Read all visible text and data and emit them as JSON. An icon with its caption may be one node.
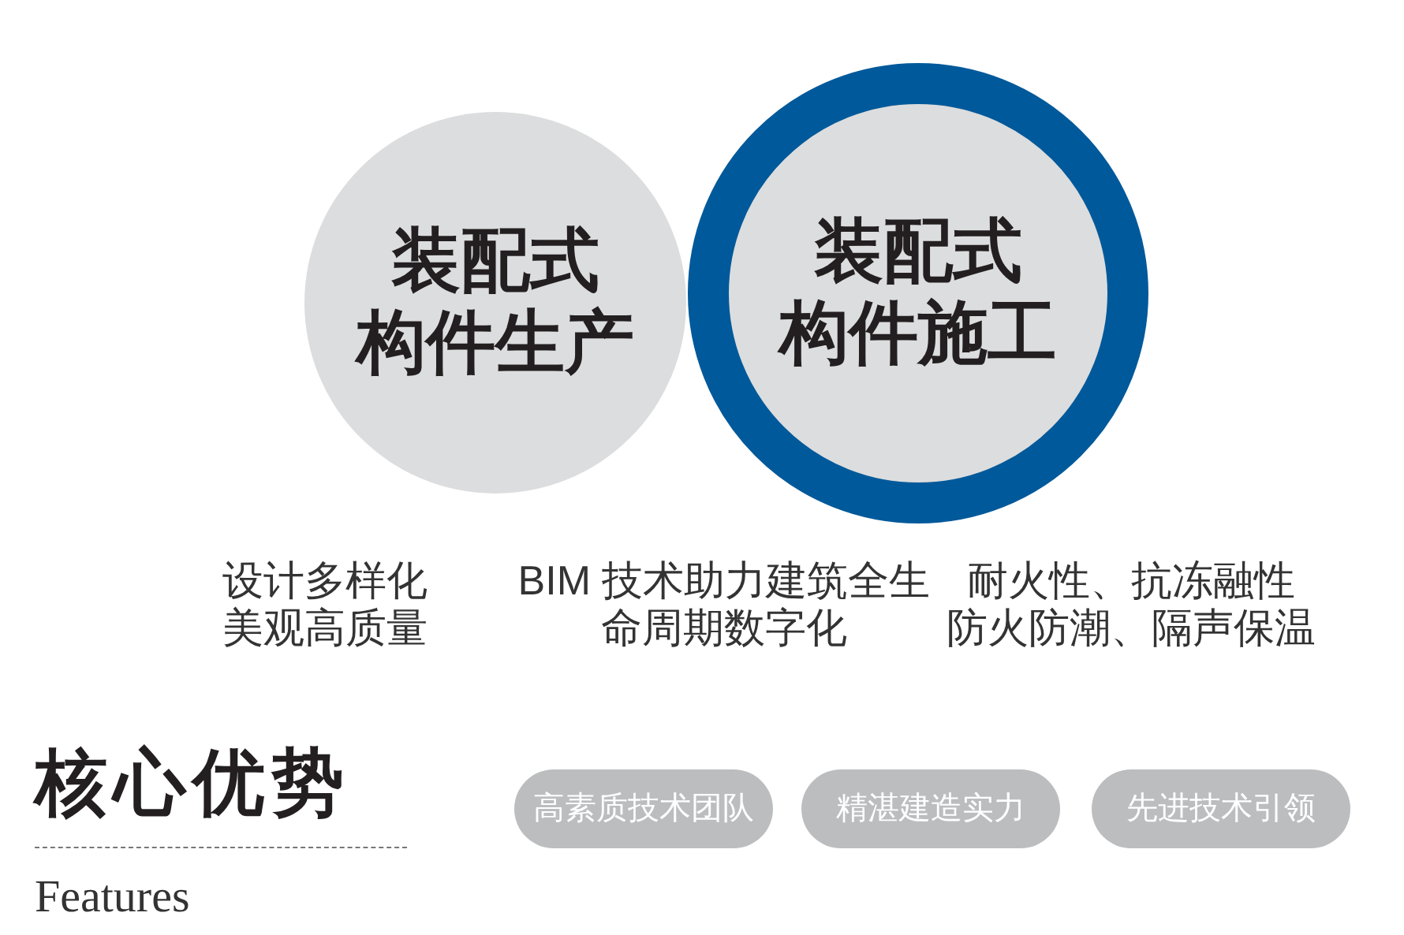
{
  "diagram": {
    "title": "核心优势",
    "nodes": [
      {
        "text": [
          "装配式",
          "构件生产"
        ]
      },
      {
        "text": [
          "装配式",
          "构件施工"
        ]
      },
      {
        "text": [
          "高素质技术团队"
        ]
      },
      {
        "text": [
          "精湛建造实力"
        ]
      },
      {
        "text": [
          "先进技术引领"
        ]
      }
    ],
    "labels": [
      "设计多样化",
      "美观高质量",
      "BIM 技术助力建筑全生命周期数字化",
      "耐火性、抗冻融性",
      "防火防潮、隔声保温",
      "Features"
    ]
  }
}
